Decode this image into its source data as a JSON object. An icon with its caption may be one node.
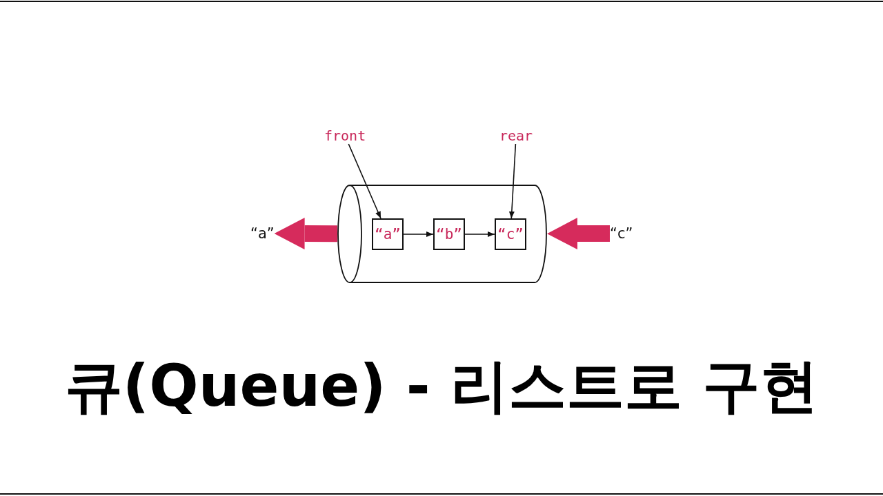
{
  "diagram": {
    "title": "큐(Queue) - 리스트로 구현",
    "nodes": [
      {
        "text": [],
        "shape": "cylinder"
      },
      {
        "text": [
          "“a”"
        ],
        "in": 0
      },
      {
        "text": [
          "“b”"
        ],
        "in": 0
      },
      {
        "text": [
          "“c”"
        ],
        "in": 0
      },
      {
        "text": [
          "front"
        ]
      },
      {
        "text": [
          "rear"
        ]
      },
      {
        "text": [
          "“a”"
        ]
      },
      {
        "text": [
          "“c”"
        ]
      }
    ],
    "edges": [
      {
        "from": 1,
        "to": 2,
        "arrow": "to"
      },
      {
        "from": 2,
        "to": 3,
        "arrow": "to"
      },
      {
        "from": 4,
        "to": 1,
        "arrow": "to"
      },
      {
        "from": 5,
        "to": 3,
        "arrow": "to"
      },
      {
        "from": 0,
        "to": 6,
        "arrow": "to",
        "style": "thick",
        "color": "#d62b5c"
      },
      {
        "from": 7,
        "to": 0,
        "arrow": "to",
        "style": "thick",
        "color": "#d62b5c"
      }
    ]
  }
}
